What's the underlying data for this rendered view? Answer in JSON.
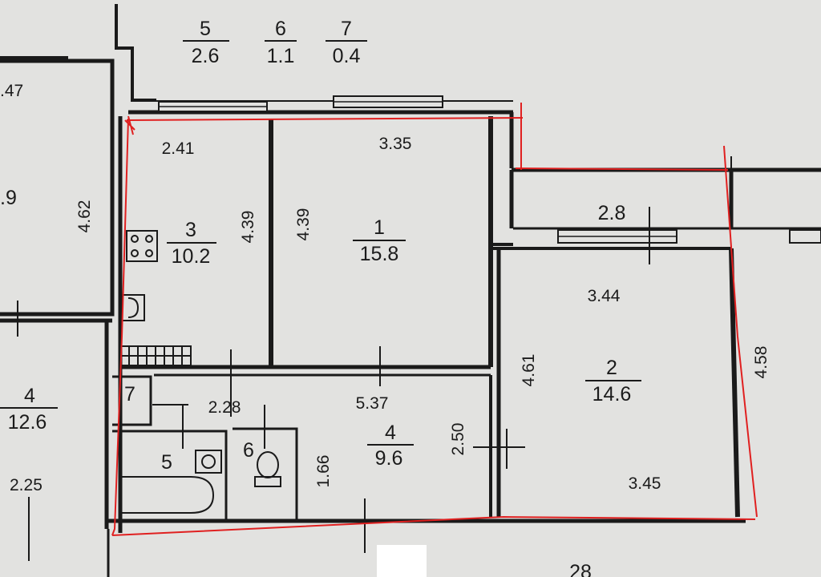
{
  "legend": [
    {
      "num": "5",
      "area": "2.6"
    },
    {
      "num": "6",
      "area": "1.1"
    },
    {
      "num": "7",
      "area": "0.4"
    }
  ],
  "rooms": {
    "kitchen": {
      "num": "3",
      "area": "10.2",
      "width": "2.41",
      "depth": "4.39",
      "depth2": "4.39"
    },
    "room1": {
      "num": "1",
      "area": "15.8",
      "width": "3.35"
    },
    "room2": {
      "num": "2",
      "area": "14.6",
      "width": "3.44",
      "width2": "3.45",
      "depth": "4.61",
      "depth2": "4.58"
    },
    "hall": {
      "num": "4",
      "area": "9.6",
      "length": "5.37",
      "width": "2.50",
      "width2": "1.66"
    },
    "balcony": {
      "length": "2.8"
    },
    "corridor": {
      "length": "2.28"
    },
    "bath": {
      "num": "5"
    },
    "wc": {
      "num": "6"
    },
    "closet": {
      "num": "7"
    }
  },
  "neighbor_left": {
    "top_dim": ".47",
    "area_partial": ".9",
    "depth": "4.62",
    "room_num": "4",
    "room_area": "12.6",
    "bottom_dim": "2.25"
  },
  "bottom_partial": "28",
  "colors": {
    "outline": "#e02020",
    "ink": "#1a1a1a",
    "paper": "#e2e2e0"
  }
}
